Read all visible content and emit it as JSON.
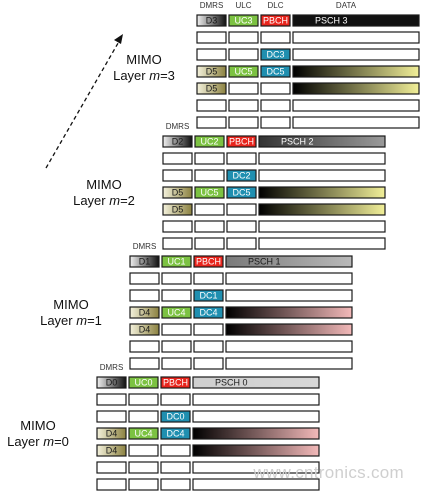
{
  "column_headers": {
    "dmrs": "DMRS",
    "ulc": "ULC",
    "dlc": "DLC",
    "data": "DATA"
  },
  "layers": [
    {
      "label_line1": "MIMO",
      "label_prefix": "Layer ",
      "label_var": "m",
      "label_suffix": "=3",
      "header_row": {
        "dmrs": "D3",
        "ulc": "UC3",
        "dlc": "PBCH",
        "data": "PSCH 3"
      },
      "dlc_row": "DC3",
      "dmrs_rows": [
        "D5",
        "D5"
      ],
      "ulc_cell": "UC5",
      "dlc_cell": "DC5",
      "show_col_headers": true,
      "data_color": "#f0f0a0"
    },
    {
      "label_line1": "MIMO",
      "label_prefix": "Layer ",
      "label_var": "m",
      "label_suffix": "=2",
      "header_row": {
        "dmrs": "D2",
        "ulc": "UC2",
        "dlc": "PBCH",
        "data": "PSCH 2"
      },
      "dlc_row": "DC2",
      "dmrs_rows": [
        "D5",
        "D5"
      ],
      "ulc_cell": "UC5",
      "dlc_cell": "DC5",
      "show_col_headers": false,
      "dmrs_header": "DMRS",
      "data_color": "#f0f0a0"
    },
    {
      "label_line1": "MIMO",
      "label_prefix": "Layer ",
      "label_var": "m",
      "label_suffix": "=1",
      "header_row": {
        "dmrs": "D1",
        "ulc": "UC1",
        "dlc": "PBCH",
        "data": "PSCH 1"
      },
      "dlc_row": "DC1",
      "dmrs_rows": [
        "D4",
        "D4"
      ],
      "ulc_cell": "UC4",
      "dlc_cell": "DC4",
      "show_col_headers": false,
      "dmrs_header": "DMRS",
      "data_color": "#f2b8b8"
    },
    {
      "label_line1": "MIMO",
      "label_prefix": "Layer ",
      "label_var": "m",
      "label_suffix": "=0",
      "header_row": {
        "dmrs": "D0",
        "ulc": "UC0",
        "dlc": "PBCH",
        "data": "PSCH 0"
      },
      "dlc_row": "DC0",
      "dmrs_rows": [
        "D4",
        "D4"
      ],
      "ulc_cell": "UC4",
      "dlc_cell": "DC4",
      "show_col_headers": false,
      "dmrs_header": "DMRS",
      "data_color": "#f2b8b8"
    }
  ],
  "colors": {
    "ulc": "#7cc242",
    "dlc": "#1f8fb0",
    "pbch": "#e8241c",
    "dmrs_light": "#f2f0d6",
    "dmrs_dark": "#8a8040",
    "d_header_dark": "#000000",
    "d_header_light": "#e0e0e0"
  },
  "watermark": "www.cntronics.com"
}
